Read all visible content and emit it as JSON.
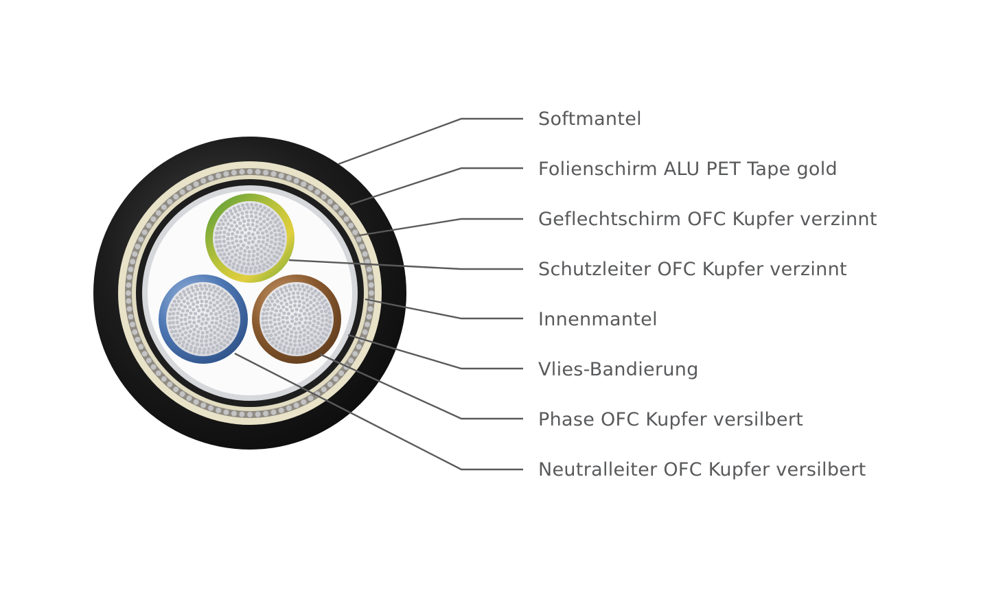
{
  "diagram": {
    "labels": [
      {
        "key": "softmantel",
        "text": "Softmantel"
      },
      {
        "key": "folienschirm",
        "text": "Folienschirm ALU PET Tape gold"
      },
      {
        "key": "geflechtschirm",
        "text": "Geflechtschirm OFC Kupfer verzinnt"
      },
      {
        "key": "schutzleiter",
        "text": "Schutzleiter OFC Kupfer verzinnt"
      },
      {
        "key": "innenmantel",
        "text": "Innenmantel"
      },
      {
        "key": "vlies",
        "text": "Vlies-Bandierung"
      },
      {
        "key": "phase",
        "text": "Phase OFC Kupfer versilbert"
      },
      {
        "key": "neutralleiter",
        "text": "Neutralleiter OFC Kupfer versilbert"
      }
    ],
    "colors": {
      "leader_line": "#5a5a5a",
      "label_text": "#58595b",
      "outer_jacket": "#1a1a1a",
      "foil_tape": "#e8e2c8",
      "braid_strand": "#b4b4b4",
      "inner_jacket": "#1e1e1e",
      "fleece": "#f4f4f6",
      "conductor_strand": "#c2c4cc",
      "earth_insulation": [
        "#5aa03c",
        "#d9c93a"
      ],
      "neutral_insulation": "#4f78b4",
      "phase_insulation": "#8a5a30"
    }
  }
}
